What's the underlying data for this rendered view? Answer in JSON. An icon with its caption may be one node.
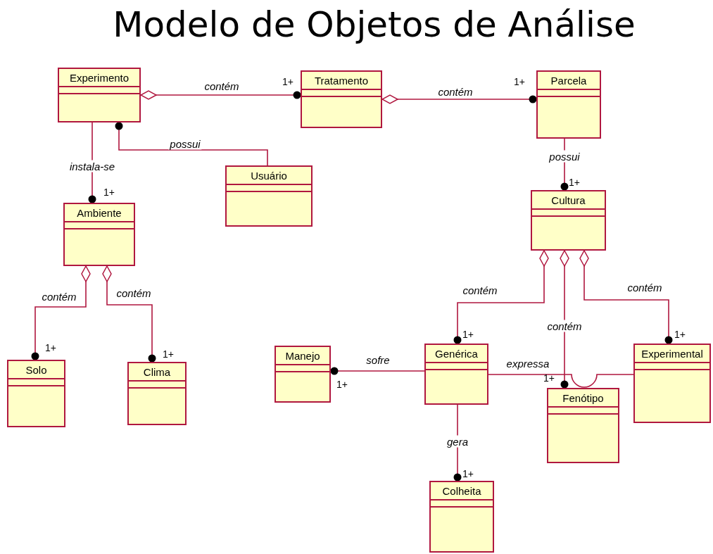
{
  "diagram": {
    "title": "Modelo de Objetos de Análise",
    "nodes": [
      {
        "text": [
          "Experimento"
        ]
      },
      {
        "text": [
          "Tratamento"
        ]
      },
      {
        "text": [
          "Parcela"
        ]
      },
      {
        "text": [
          "Usuário"
        ]
      },
      {
        "text": [
          "Ambiente"
        ]
      },
      {
        "text": [
          "Cultura"
        ]
      },
      {
        "text": [
          "Solo"
        ]
      },
      {
        "text": [
          "Clima"
        ]
      },
      {
        "text": [
          "Manejo"
        ]
      },
      {
        "text": [
          "Genérica"
        ]
      },
      {
        "text": [
          "Experimental"
        ]
      },
      {
        "text": [
          "Fenótipo"
        ]
      },
      {
        "text": [
          "Colheita"
        ]
      }
    ],
    "edges": [
      {
        "from": 0,
        "to": 1,
        "arrow": "other",
        "label": "contém"
      },
      {
        "from": 1,
        "to": 2,
        "arrow": "other",
        "label": "contém"
      },
      {
        "from": 0,
        "to": 3,
        "arrow": "other",
        "label": "possui"
      },
      {
        "from": 0,
        "to": 4,
        "arrow": "other",
        "label": "instala-se"
      },
      {
        "from": 2,
        "to": 5,
        "arrow": "other",
        "label": "possui"
      },
      {
        "from": 4,
        "to": 6,
        "arrow": "other",
        "label": "contém"
      },
      {
        "from": 4,
        "to": 7,
        "arrow": "other",
        "label": "contém"
      },
      {
        "from": 5,
        "to": 9,
        "arrow": "other",
        "label": "contém"
      },
      {
        "from": 5,
        "to": 11,
        "arrow": "other",
        "label": "contém"
      },
      {
        "from": 5,
        "to": 10,
        "arrow": "other",
        "label": "contém"
      },
      {
        "from": 9,
        "to": 8,
        "arrow": "other",
        "label": "sofre"
      },
      {
        "from": 9,
        "to": 10,
        "arrow": "none",
        "label": "expressa"
      },
      {
        "from": 9,
        "to": 12,
        "arrow": "other",
        "label": "gera"
      }
    ],
    "labels": [
      "1+",
      "1+",
      "1+",
      "1+",
      "1+",
      "1+",
      "1+",
      "1+",
      "1+",
      "1+",
      "1+"
    ]
  }
}
